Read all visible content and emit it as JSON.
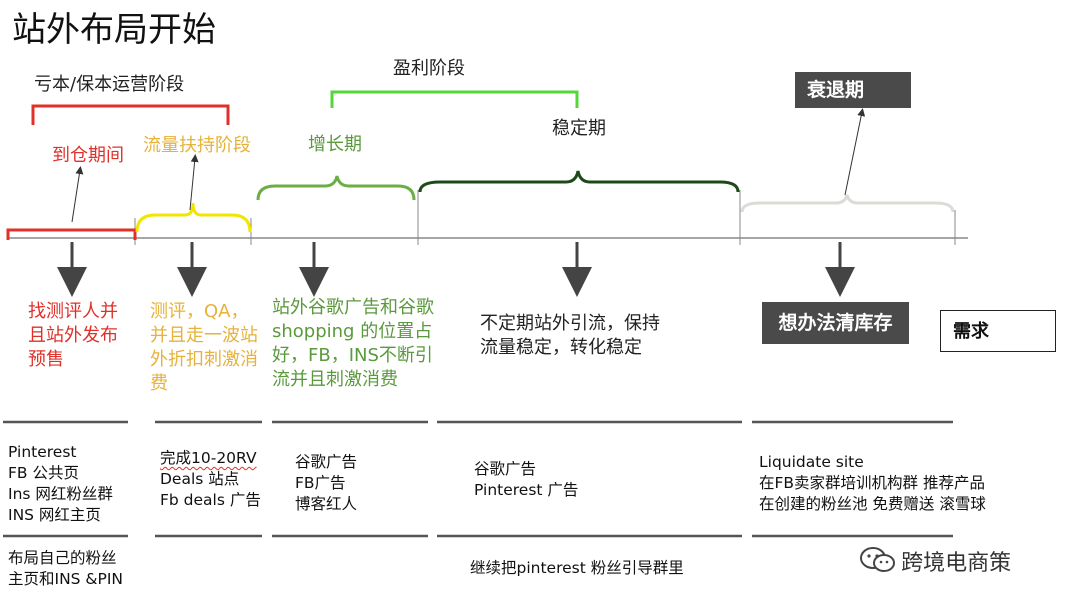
{
  "title": "站外布局开始",
  "phases": {
    "loss": "亏本/保本运营阶段",
    "profit": "盈利阶段"
  },
  "stages": {
    "arrival": "到仓期间",
    "traffic_support": "流量扶持阶段",
    "growth": "增长期",
    "stable": "稳定期",
    "decline": "衰退期"
  },
  "actions": {
    "arrival": "找测评人并且站外发布预售",
    "traffic_support": "测评，QA，并且走一波站外折扣刺激消费",
    "growth": "站外谷歌广告和谷歌shopping 的位置占好，FB，INS不断引流并且刺激消费",
    "stable": "不定期站外引流，保持流量稳定，转化稳定",
    "decline": "想办法清库存"
  },
  "need_label": "需求",
  "channels": {
    "arrival": [
      "Pinterest",
      "FB 公共页",
      "Ins 网红粉丝群",
      "INS 网红主页"
    ],
    "traffic_support": [
      "完成10-20RV",
      "Deals 站点",
      "Fb deals 广告"
    ],
    "growth": [
      "谷歌广告",
      "FB广告",
      "博客红人"
    ],
    "stable": [
      "谷歌广告",
      "Pinterest 广告"
    ],
    "decline": [
      "Liquidate site",
      "在FB卖家群培训机构群 推荐产品",
      "在创建的粉丝池 免费赠送 滚雪球"
    ]
  },
  "bottom": {
    "arrival": [
      "布局自己的粉丝",
      "主页和INS &PIN"
    ],
    "later": "继续把pinterest 粉丝引导群里"
  },
  "watermark": "跨境电商策",
  "colors": {
    "red": "#e0302a",
    "yellow": "#f2e600",
    "light_green": "#6aae45",
    "bright_green": "#55d63a",
    "dark_green": "#1e4a1a",
    "pale": "#d9ddd6",
    "dark_box": "#4a4a4a"
  }
}
